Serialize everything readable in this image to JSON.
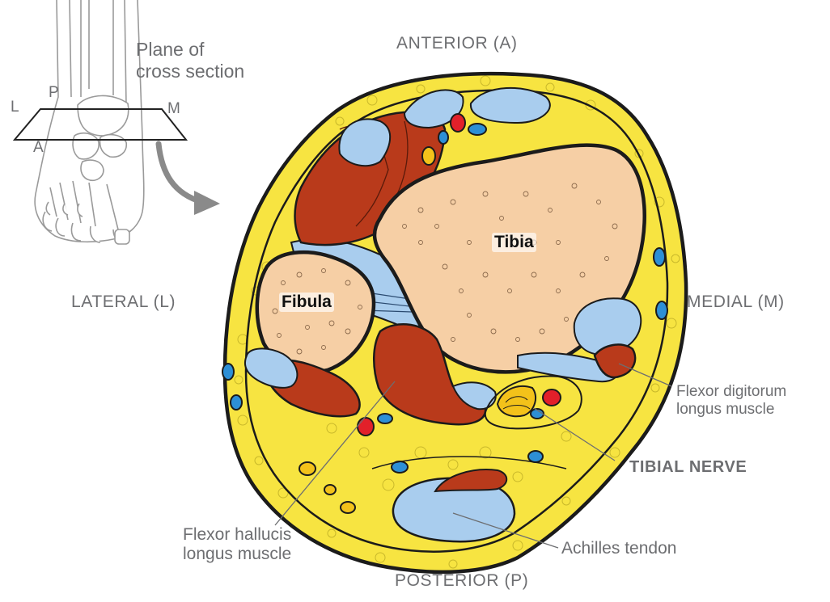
{
  "inset": {
    "plane_label_line1": "Plane of",
    "plane_label_line2": "cross section",
    "letter_L": "L",
    "letter_P": "P",
    "letter_M": "M",
    "letter_A": "A"
  },
  "directions": {
    "anterior": "ANTERIOR (A)",
    "posterior": "POSTERIOR (P)",
    "lateral": "LATERAL (L)",
    "medial": "MEDIAL (M)"
  },
  "structures": {
    "tibia": "Tibia",
    "fibula": "Fibula",
    "fdl_line1": "Flexor digitorum",
    "fdl_line2": "longus muscle",
    "tibial_nerve": "TIBIAL NERVE",
    "fhl_line1": "Flexor hallucis",
    "fhl_line2": "longus muscle",
    "achilles": "Achilles tendon"
  },
  "colors": {
    "fat": "#f7e441",
    "outline": "#1b1b1b",
    "bone": "#f6cfa5",
    "muscle": "#b93a1b",
    "tendon": "#a9cdee",
    "artery": "#e2202a",
    "vein": "#2d8fd6",
    "nerve": "#f3c21a",
    "label_gray": "#6d6e71"
  }
}
